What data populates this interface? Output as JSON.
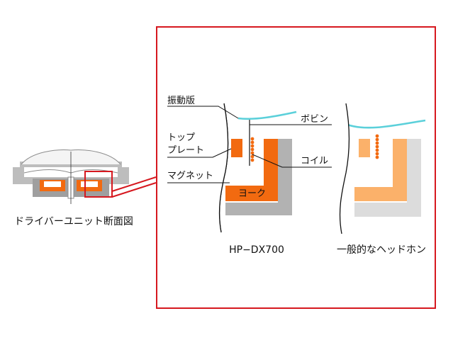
{
  "diagram": {
    "left_caption": "ドライバーユニット断面図",
    "labels": {
      "diaphragm": "振動版",
      "top_plate_line1": "トップ",
      "top_plate_line2": "プレート",
      "magnet": "マグネット",
      "yoke": "ヨーク",
      "bobbin": "ボビン",
      "coil": "コイル"
    },
    "captions": {
      "hp_dx700": "HP−DX700",
      "generic_headphone": "一般的なヘッドホン"
    },
    "colors": {
      "highlight_frame": "#d6181f",
      "magnet_orange": "#f26a10",
      "magnet_light_orange": "#fbb16a",
      "yoke_gray": "#b2b2b2",
      "yoke_light_gray": "#dcdcdc",
      "diaphragm_cyan": "#5bd0da",
      "coil_orange": "#f26a10"
    }
  }
}
